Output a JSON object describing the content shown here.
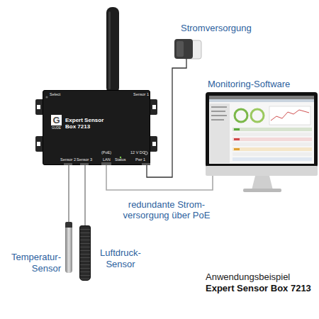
{
  "diagram": {
    "nodes": [
      {
        "text": [
          "Expert Sensor Box 7213"
        ]
      },
      {
        "text": [
          "Stromversorgung"
        ]
      },
      {
        "text": [
          "Monitoring-Software"
        ]
      },
      {
        "text": [
          "Temperatur- Sensor"
        ]
      },
      {
        "text": [
          "Luftdruck- Sensor"
        ]
      }
    ],
    "edges": [
      {
        "from": 0,
        "to": 1,
        "arrow": "none"
      },
      {
        "from": 0,
        "to": 2,
        "label": "redundante Strom- versorgung über PoE",
        "arrow": "none"
      },
      {
        "from": 0,
        "to": 3,
        "arrow": "none"
      },
      {
        "from": 0,
        "to": 4,
        "arrow": "none"
      }
    ],
    "labels": [
      "Select",
      "Sensor 1",
      "Sensor 2",
      "Sensor 3",
      "(PoE)",
      "LAN",
      "Status",
      "12 V DC",
      "Pwr 1",
      "G",
      "GUDE",
      "Anwendungsbeispiel",
      "Expert Sensor Box 7213"
    ]
  }
}
